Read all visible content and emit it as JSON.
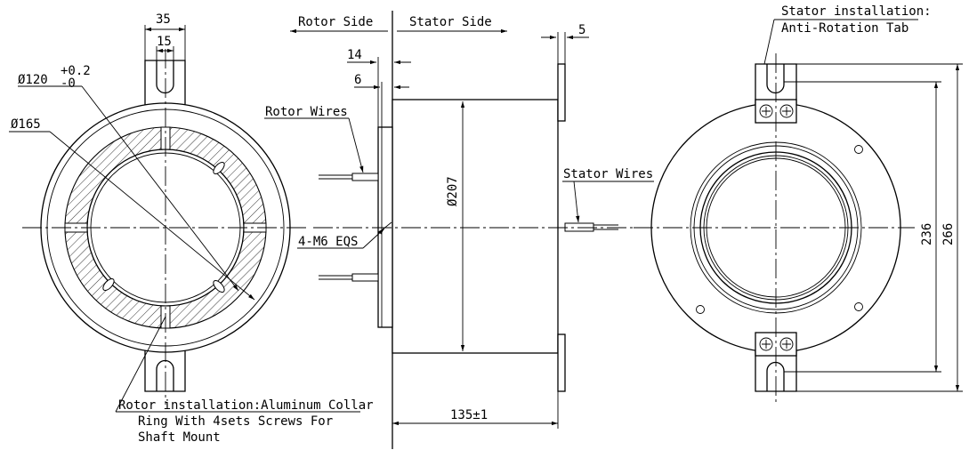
{
  "dimensions": {
    "d35": "35",
    "d15": "15",
    "d120": "Ø120",
    "d120_tol_upper": "+0.2",
    "d120_tol_lower": "-0",
    "d165": "Ø165",
    "d14": "14",
    "d6": "6",
    "d5": "5",
    "d207": "Ø207",
    "d135": "135±1",
    "d236": "236",
    "d266": "266"
  },
  "labels": {
    "rotor_side": "Rotor Side",
    "stator_side": "Stator Side",
    "rotor_wires": "Rotor Wires",
    "stator_wires": "Stator Wires",
    "screws": "4-M6 EQS",
    "stator_install_1": "Stator installation:",
    "stator_install_2": "Anti-Rotation Tab",
    "rotor_install_1": "Rotor installation:Aluminum Collar",
    "rotor_install_2": "Ring With 4sets Screws For",
    "rotor_install_3": "Shaft Mount"
  }
}
